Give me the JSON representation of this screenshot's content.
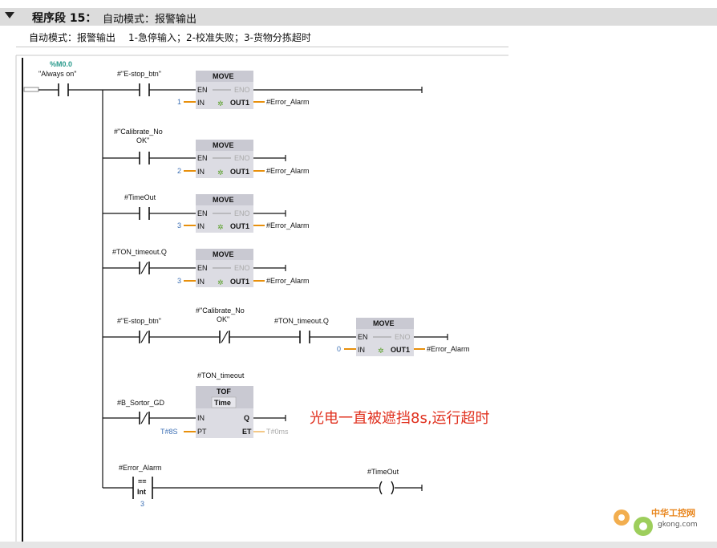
{
  "network": {
    "title": "程序段 15：",
    "subtitle": "自动模式：报警输出",
    "comment_a": "自动模式：报警输出",
    "comment_b": "1-急停输入；2-校准失败；3-货物分拣超时"
  },
  "contacts": {
    "always_on_addr": "%M0.0",
    "always_on_name": "\"Always on\"",
    "estop1": "#\"E-stop_btn\"",
    "calib1_l1": "#\"Calibrate_No",
    "calib1_l2": "OK\"",
    "timeout": "#TimeOut",
    "ton_q1": "#TON_timeout.Q",
    "estop2": "#\"E-stop_btn\"",
    "calib2_l1": "#\"Calibrate_No",
    "calib2_l2": "OK\"",
    "ton_q2": "#TON_timeout.Q",
    "sorter": "#B_Sortor_GD",
    "err_alarm": "#Error_Alarm",
    "coil_timeout": "#TimeOut"
  },
  "move": {
    "title": "MOVE",
    "en": "EN",
    "eno": "ENO",
    "in": "IN",
    "out1": "OUT1",
    "out_var": "#Error_Alarm",
    "values": [
      "1",
      "2",
      "3",
      "3",
      "0"
    ]
  },
  "tof": {
    "instance": "#TON_timeout",
    "title": "TOF",
    "type": "Time",
    "in": "IN",
    "q": "Q",
    "pt": "PT",
    "et": "ET",
    "pt_value": "T#8S",
    "et_value": "T#0ms"
  },
  "compare": {
    "eq": "==",
    "type": "Int",
    "value": "3"
  },
  "annotation": "光电一直被遮挡8s,运行超时",
  "watermark": {
    "brand": "中华工控网",
    "domain": "gkong.com"
  },
  "colors": {
    "wire": "#111111",
    "box_header": "#c9c9d2",
    "box_body": "#dcdce3",
    "orange_pin": "#e8900c",
    "value_blue": "#3c6fb4",
    "annotation_red": "#e0301e"
  }
}
